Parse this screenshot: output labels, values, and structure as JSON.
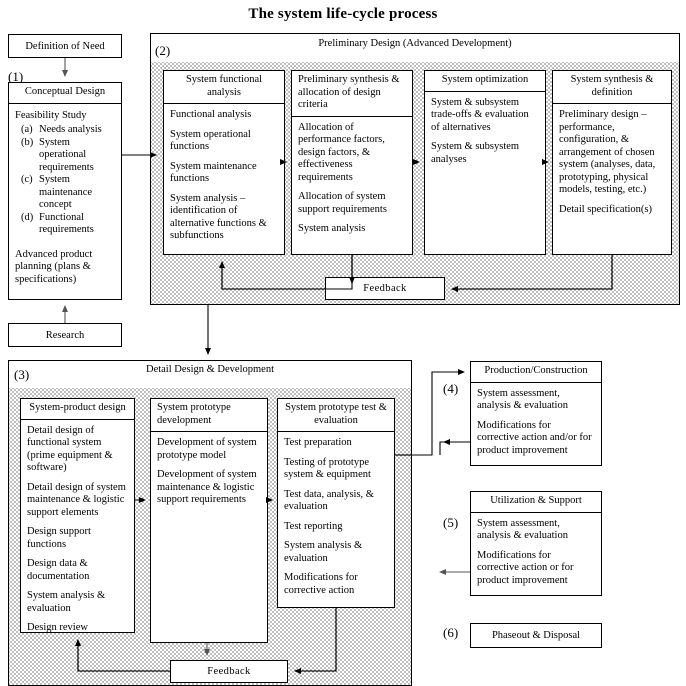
{
  "title": "The system life-cycle process",
  "phase1": {
    "number": "(1)",
    "definition_of_need": "Definition of Need",
    "header": "Conceptual Design",
    "feasibility_title": "Feasibility Study",
    "items": [
      {
        "letter": "(a)",
        "text": "Needs analysis"
      },
      {
        "letter": "(b)",
        "text": "System operational requirements"
      },
      {
        "letter": "(c)",
        "text": "System maintenance concept"
      },
      {
        "letter": "(d)",
        "text": "Functional requirements"
      }
    ],
    "advanced": "Advanced product planning (plans & specifications)",
    "research": "Research"
  },
  "phase2": {
    "number": "(2)",
    "title": "Preliminary Design (Advanced Development)",
    "feedback": "Feedback",
    "boxes": [
      {
        "header": "System functional analysis",
        "items": [
          "Functional analysis",
          "System operational functions",
          "System maintenance functions",
          "System analysis – identification of alternative functions & subfunctions"
        ]
      },
      {
        "header": "Preliminary synthesis & allocation of design criteria",
        "items": [
          "Allocation of performance factors, design factors, & effectiveness requirements",
          "Allocation of system support requirements",
          "System analysis"
        ]
      },
      {
        "header": "System optimization",
        "items": [
          "System & subsystem trade-offs & evaluation of alternatives",
          "System & subsystem analyses"
        ]
      },
      {
        "header": "System synthesis & definition",
        "items": [
          "Preliminary design – performance, configuration, & arrangement of chosen system (analyses, data, prototyping, physical models, testing, etc.)",
          "Detail specification(s)"
        ]
      }
    ]
  },
  "phase3": {
    "number": "(3)",
    "title": "Detail Design & Development",
    "feedback": "Feedback",
    "boxes": [
      {
        "header": "System-product design",
        "items": [
          "Detail design of functional system (prime equipment & software)",
          "Detail design of system maintenance & logistic support elements",
          "Design support functions",
          "Design data & documentation",
          "System analysis & evaluation",
          "Design review"
        ]
      },
      {
        "header": "System prototype development",
        "items": [
          "Development of system prototype model",
          "Development of system maintenance & logistic support requirements"
        ]
      },
      {
        "header": "System prototype test & evaluation",
        "items": [
          "Test preparation",
          "Testing of prototype system & equipment",
          "Test data, analysis, & evaluation",
          "Test reporting",
          "System analysis & evaluation",
          "Modifications for corrective action"
        ]
      }
    ]
  },
  "phase4": {
    "number": "(4)",
    "header": "Production/Construction",
    "items": [
      "System assessment, analysis & evaluation",
      "Modifications for corrective action and/or for product improvement"
    ]
  },
  "phase5": {
    "number": "(5)",
    "header": "Utilization & Support",
    "items": [
      "System assessment, analysis & evaluation",
      "Modifications for corrective action or for product improvement"
    ]
  },
  "phase6": {
    "number": "(6)",
    "header": "Phaseout & Disposal"
  },
  "colors": {
    "line": "#000000",
    "background": "#ffffff"
  }
}
